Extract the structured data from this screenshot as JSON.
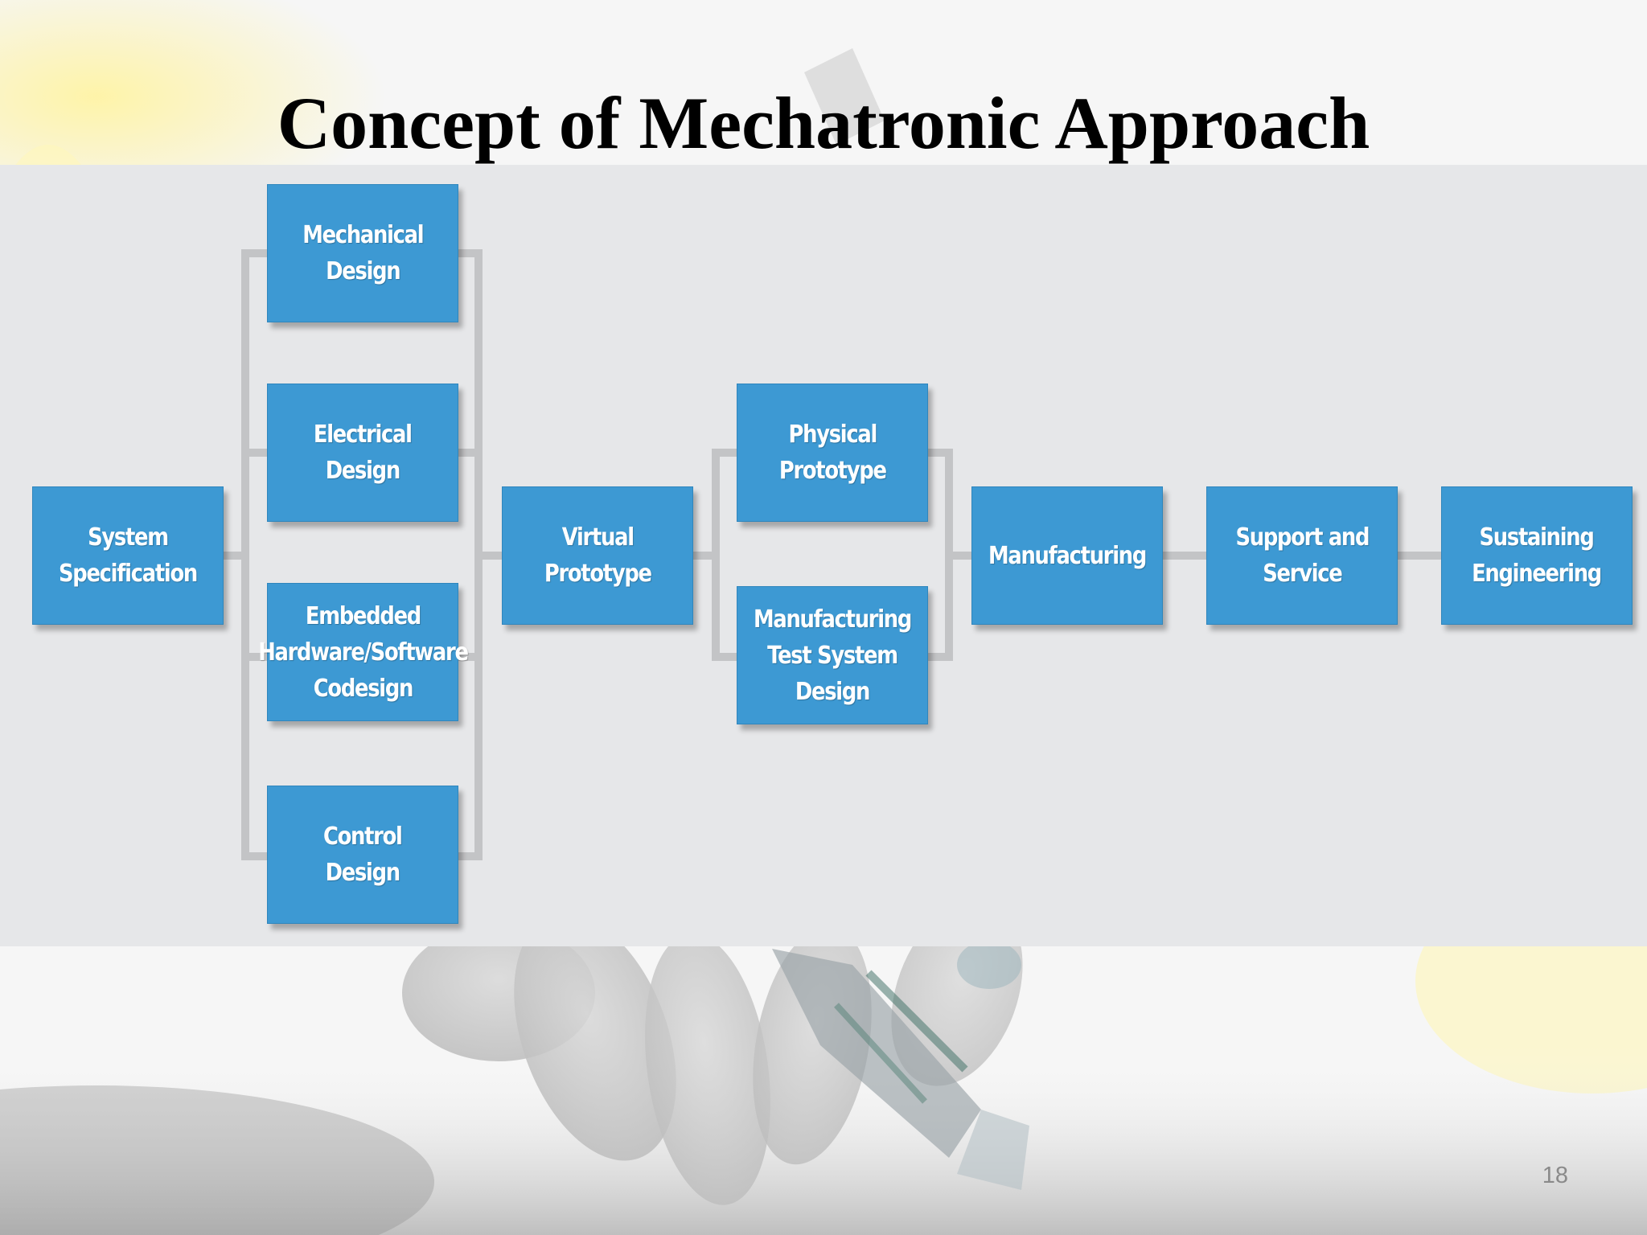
{
  "slide": {
    "title": "Concept of Mechatronic Approach",
    "page_number": "18"
  },
  "diagram": {
    "nodes": {
      "system_specification": "System\nSpecification",
      "mechanical_design": "Mechanical\nDesign",
      "electrical_design": "Electrical\nDesign",
      "embedded_codesign": "Embedded\nHardware/Software\nCodesign",
      "control_design": "Control\nDesign",
      "virtual_prototype": "Virtual\nPrototype",
      "physical_prototype": "Physical\nPrototype",
      "manufacturing_test_system_design": "Manufacturing\nTest System\nDesign",
      "manufacturing": "Manufacturing",
      "support_and_service": "Support and\nService",
      "sustaining_engineering": "Sustaining\nEngineering"
    },
    "colors": {
      "box_fill": "#3d99d3",
      "panel_background": "#e6e7e9",
      "connector": "#c3c4c6"
    }
  }
}
